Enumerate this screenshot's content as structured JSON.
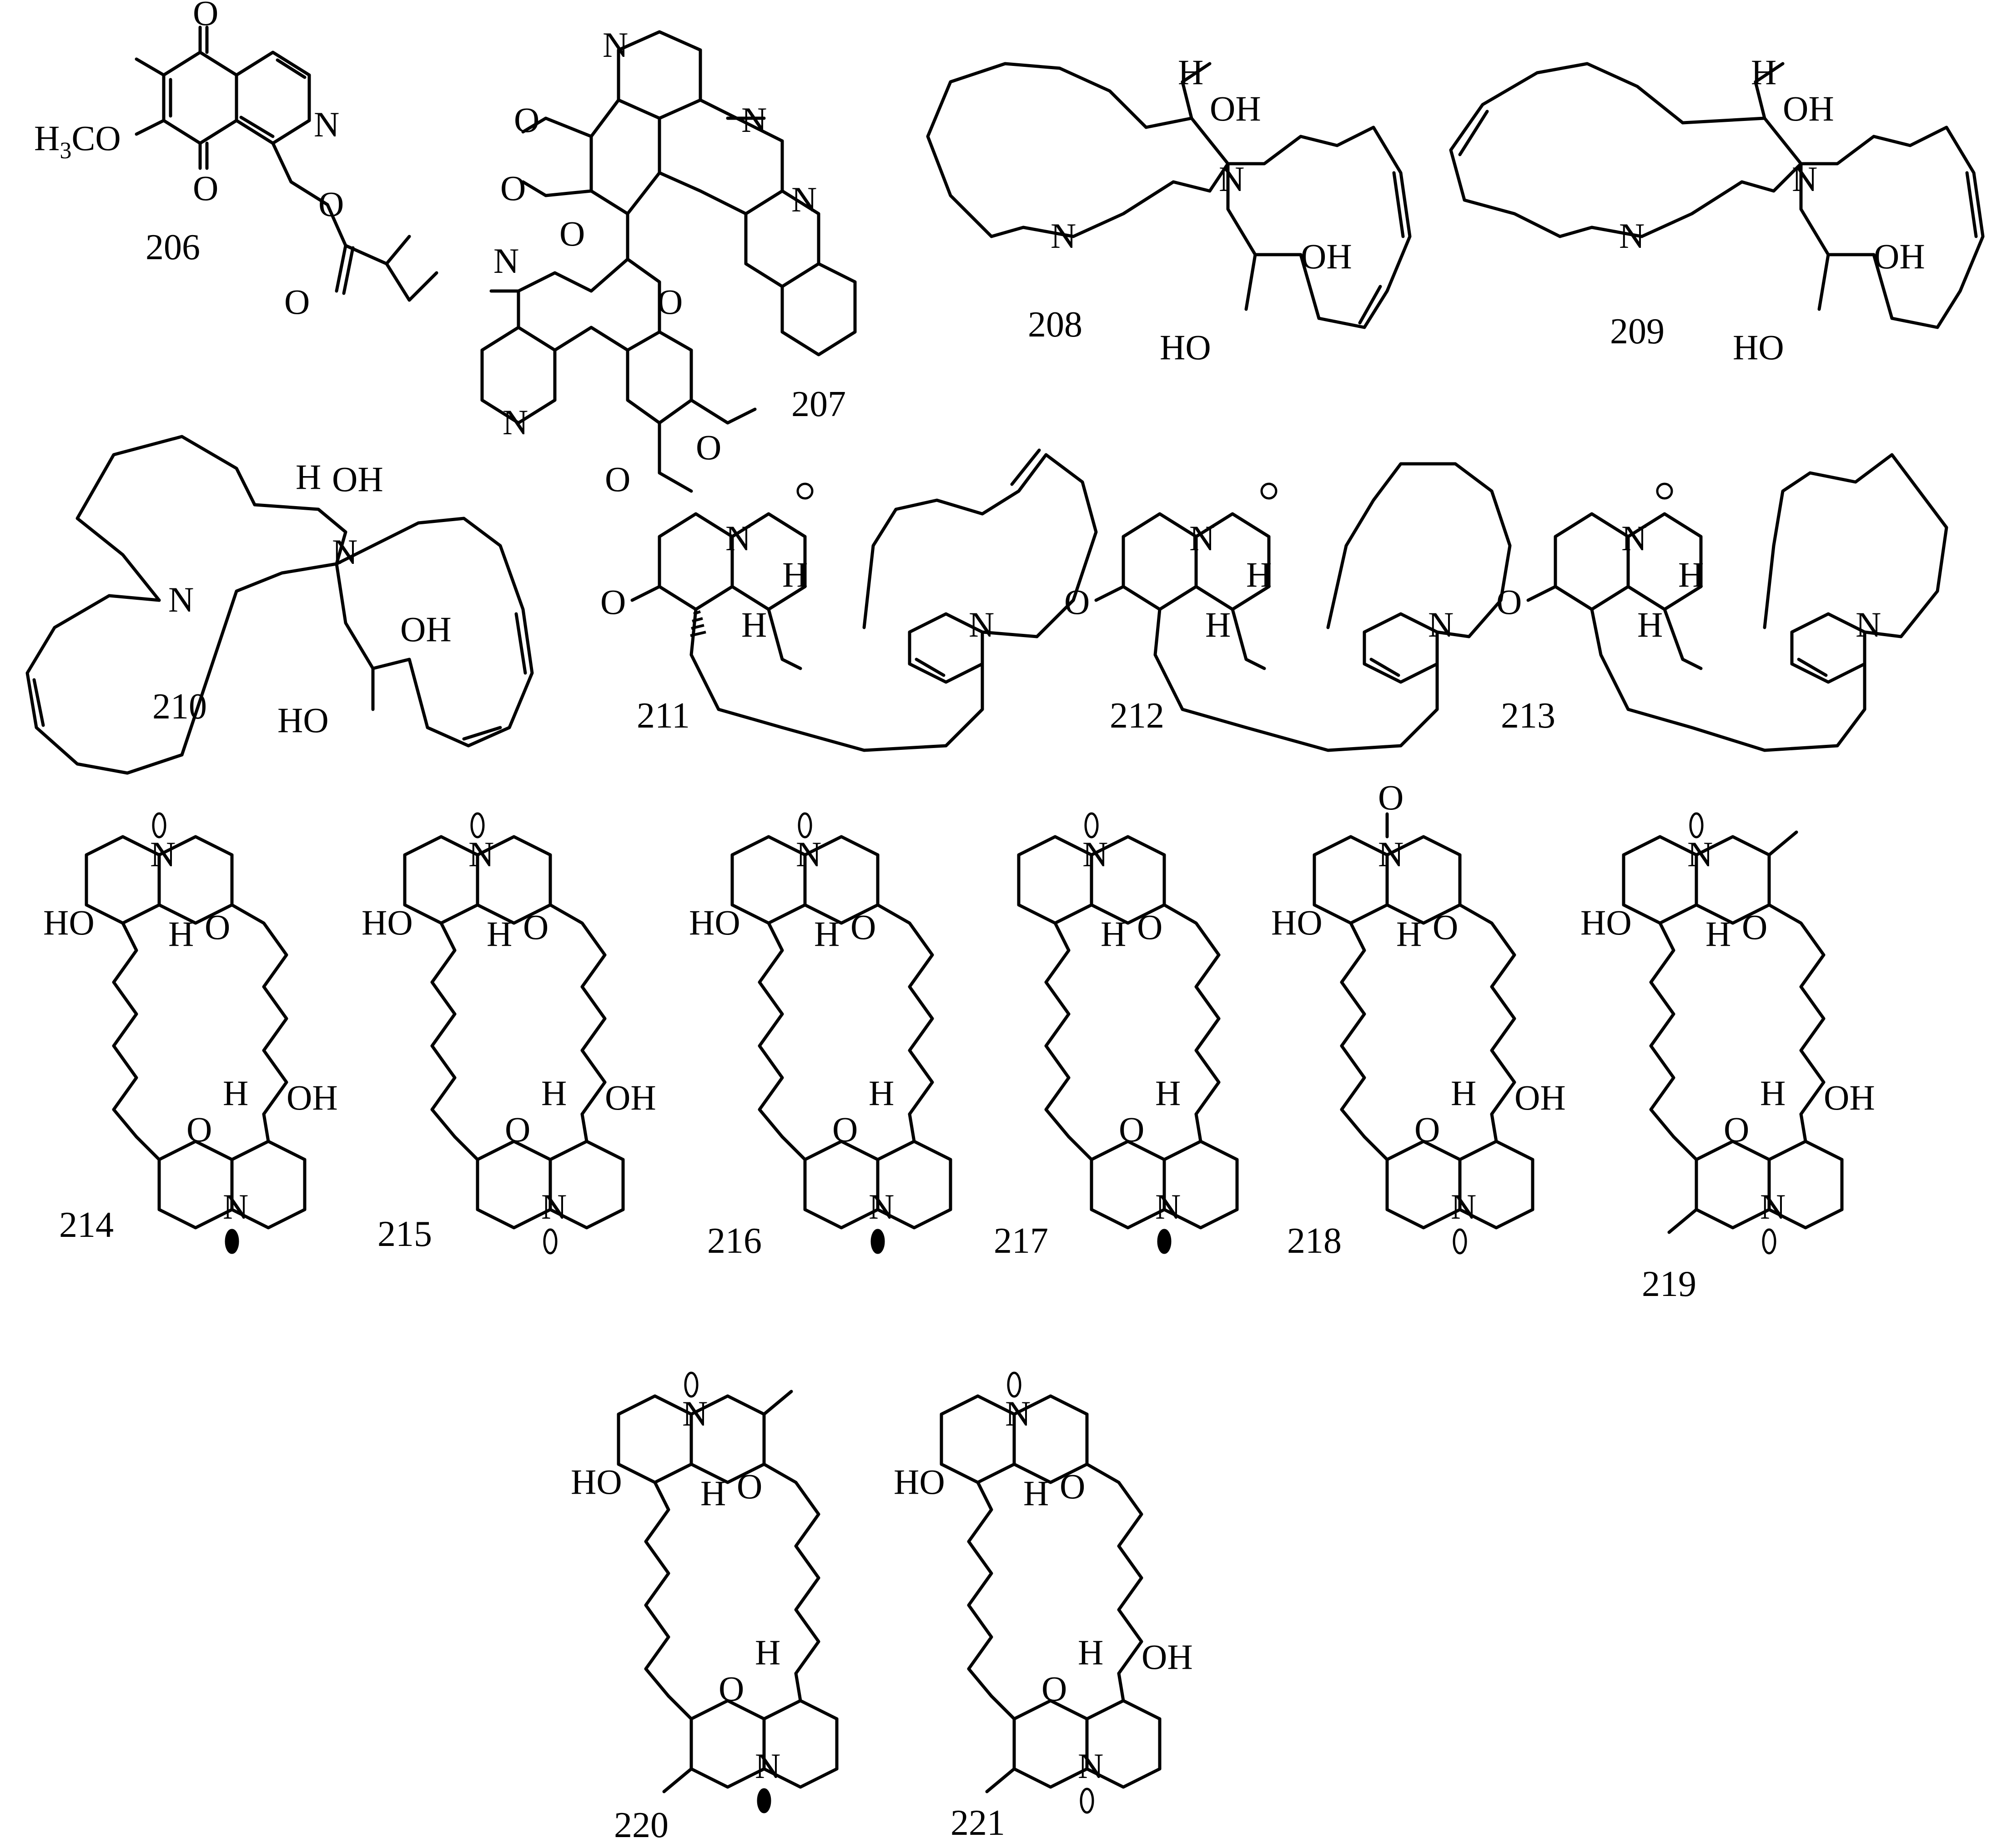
{
  "figure": {
    "background": "#ffffff",
    "stroke_color": "#000000"
  },
  "compounds": [
    {
      "id": "206",
      "key": "c206"
    },
    {
      "id": "207",
      "key": "c207"
    },
    {
      "id": "208",
      "key": "c208"
    },
    {
      "id": "209",
      "key": "c209"
    },
    {
      "id": "210",
      "key": "c210"
    },
    {
      "id": "211",
      "key": "c211"
    },
    {
      "id": "212",
      "key": "c212"
    },
    {
      "id": "213",
      "key": "c213"
    },
    {
      "id": "214",
      "key": "c214"
    },
    {
      "id": "215",
      "key": "c215"
    },
    {
      "id": "216",
      "key": "c216"
    },
    {
      "id": "217",
      "key": "c217"
    },
    {
      "id": "218",
      "key": "c218"
    },
    {
      "id": "219",
      "key": "c219"
    },
    {
      "id": "220",
      "key": "c220"
    },
    {
      "id": "221",
      "key": "c221"
    }
  ],
  "labels": {
    "o": "O",
    "n": "N",
    "h": "H",
    "oh": "OH",
    "ho": "HO",
    "h3co": "H3CO",
    "h3co_main": "H",
    "h3co_sub": "3",
    "h3co_tail": "CO"
  }
}
